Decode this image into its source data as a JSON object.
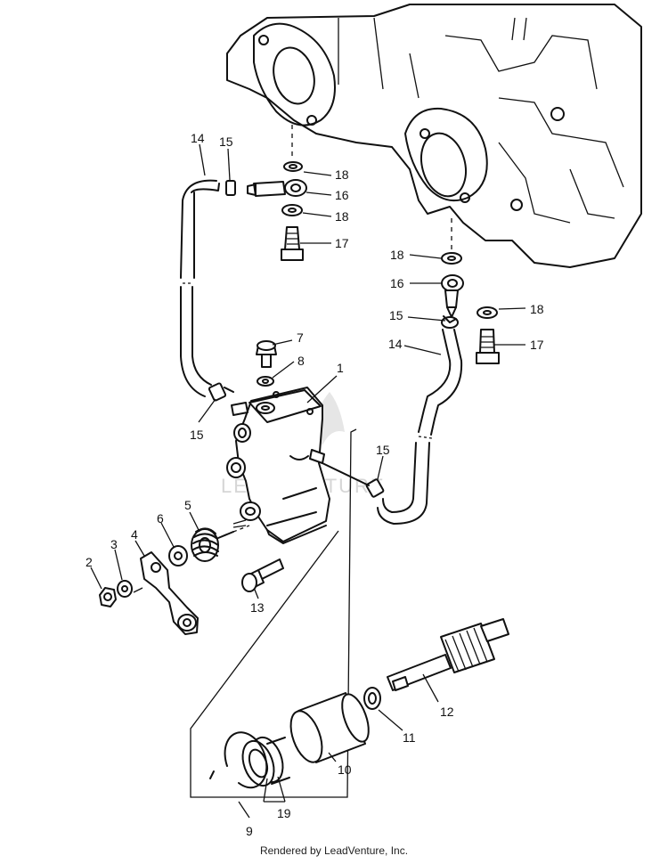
{
  "watermark": "LEADVENTURE",
  "credit": "Rendered by LeadVenture, Inc.",
  "callouts": [
    {
      "id": "c1",
      "text": "1"
    },
    {
      "id": "c2",
      "text": "2"
    },
    {
      "id": "c3",
      "text": "3"
    },
    {
      "id": "c4",
      "text": "4"
    },
    {
      "id": "c5",
      "text": "5"
    },
    {
      "id": "c6",
      "text": "6"
    },
    {
      "id": "c7",
      "text": "7"
    },
    {
      "id": "c8",
      "text": "8"
    },
    {
      "id": "c9",
      "text": "9"
    },
    {
      "id": "c10",
      "text": "10"
    },
    {
      "id": "c11",
      "text": "11"
    },
    {
      "id": "c12",
      "text": "12"
    },
    {
      "id": "c13",
      "text": "13"
    },
    {
      "id": "c14a",
      "text": "14"
    },
    {
      "id": "c14b",
      "text": "14"
    },
    {
      "id": "c15a",
      "text": "15"
    },
    {
      "id": "c15b",
      "text": "15"
    },
    {
      "id": "c15c",
      "text": "15"
    },
    {
      "id": "c15d",
      "text": "15"
    },
    {
      "id": "c16a",
      "text": "16"
    },
    {
      "id": "c16b",
      "text": "16"
    },
    {
      "id": "c17a",
      "text": "17"
    },
    {
      "id": "c17b",
      "text": "17"
    },
    {
      "id": "c18a",
      "text": "18"
    },
    {
      "id": "c18b",
      "text": "18"
    },
    {
      "id": "c18c",
      "text": "18"
    },
    {
      "id": "c18d",
      "text": "18"
    },
    {
      "id": "c19",
      "text": "19"
    }
  ]
}
